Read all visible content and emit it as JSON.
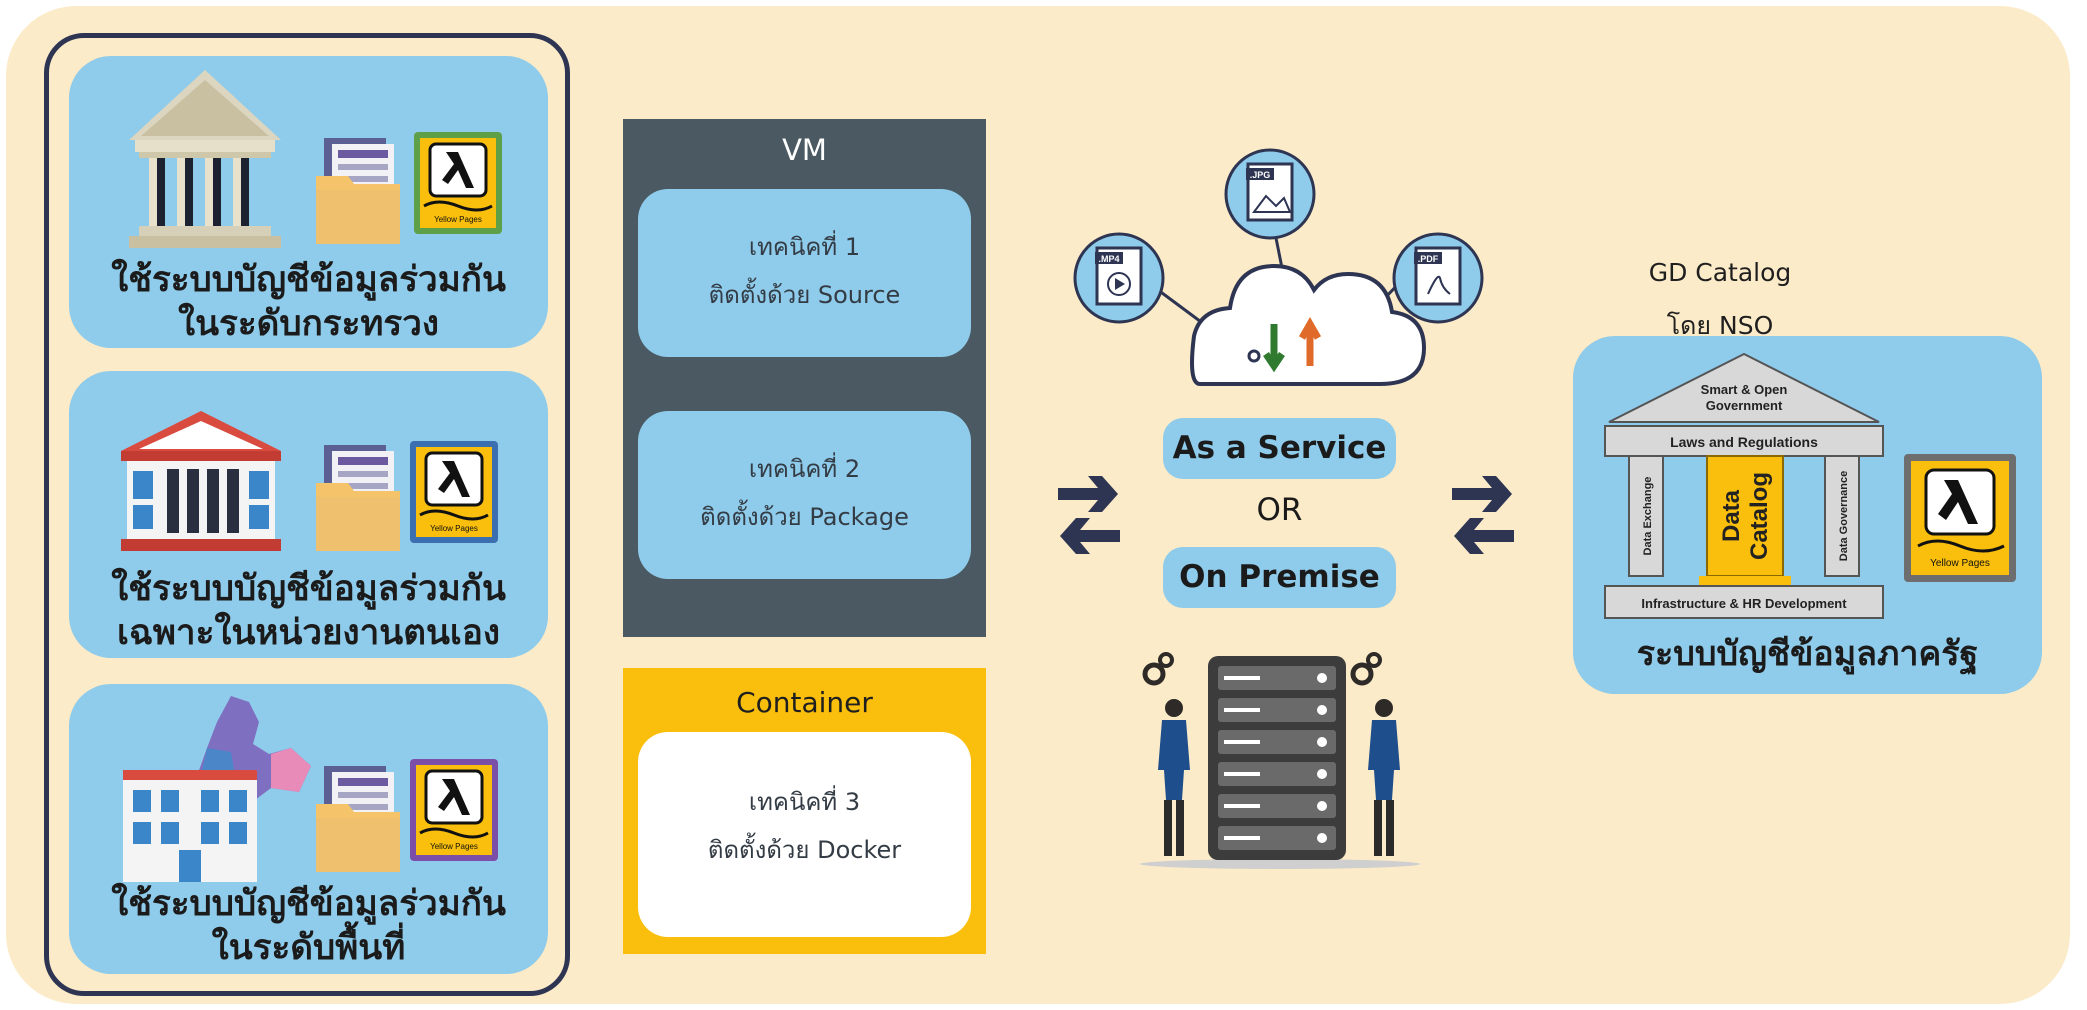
{
  "levels": [
    {
      "label_line1": "ใช้ระบบบัญชีข้อมูลร่วมกัน",
      "label_line2": "ในระดับกระทรวง"
    },
    {
      "label_line1": "ใช้ระบบบัญชีข้อมูลร่วมกัน",
      "label_line2": "เฉพาะในหน่วยงานตนเอง"
    },
    {
      "label_line1": "ใช้ระบบบัญชีข้อมูลร่วมกัน",
      "label_line2": "ในระดับพื้นที่"
    }
  ],
  "yellow_pages_icon": "Yellow Pages",
  "vm": {
    "title": "VM",
    "techniques": [
      {
        "name": "เทคนิคที่ 1",
        "method": "ติดตั้งด้วย Source"
      },
      {
        "name": "เทคนิคที่ 2",
        "method": "ติดตั้งด้วย Package"
      }
    ]
  },
  "container": {
    "title": "Container",
    "technique": {
      "name": "เทคนิคที่ 3",
      "method": "ติดตั้งด้วย Docker"
    }
  },
  "cloud": {
    "files": [
      ".MP4",
      ".JPG",
      ".PDF"
    ]
  },
  "deployment": {
    "option1": "As a Service",
    "or_label": "OR",
    "option2": "On Premise"
  },
  "catalog": {
    "title": "GD Catalog",
    "subtitle": "โดย NSO",
    "pediment": "Smart & Open Government",
    "beam": "Laws and Regulations",
    "pillar_left": "Data Exchange",
    "center_line1": "Data",
    "center_line2": "Catalog",
    "pillar_right": "Data Governance",
    "base": "Infrastructure & HR Development",
    "label": "ระบบบัญชีข้อมูลภาครัฐ"
  },
  "colors": {
    "background": "#fcebc8",
    "card_blue": "#8fcbea",
    "frame_navy": "#2e3553",
    "vm_panel": "#4b5a62",
    "container_panel": "#f9bf0c",
    "arrow_navy": "#2e3553",
    "yellow_pages": "#f9bf0c"
  },
  "icons": {
    "levels": [
      "ministry-building-icon",
      "office-building-icon",
      "regional-office-map-icon"
    ],
    "documents": "documents-folder-icon",
    "cloud": "cloud-sync-icon",
    "server": "server-rack-icon",
    "people": "engineer-icon",
    "arrows": "exchange-arrows-icon"
  }
}
